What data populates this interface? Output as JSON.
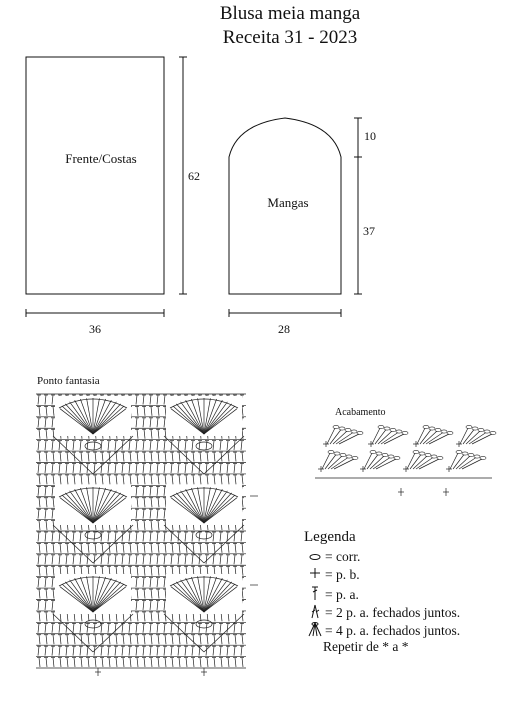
{
  "header": {
    "title": "Blusa meia manga",
    "subtitle": "Receita 31 - 2023"
  },
  "schematic": {
    "front_back": {
      "label": "Frente/Costas",
      "height": "62",
      "width": "36"
    },
    "sleeves": {
      "label": "Mangas",
      "cap_height": "10",
      "body_height": "37",
      "width": "28"
    }
  },
  "stitch_pattern": {
    "label": "Ponto fantasia"
  },
  "edging": {
    "label": "Acabamento"
  },
  "legend": {
    "title": "Legenda",
    "items": [
      {
        "symbol": "chain-icon",
        "text": "= corr."
      },
      {
        "symbol": "single-crochet-icon",
        "text": "= p. b."
      },
      {
        "symbol": "double-crochet-icon",
        "text": "= p. a."
      },
      {
        "symbol": "dc2tog-icon",
        "text": "= 2 p. a. fechados juntos."
      },
      {
        "symbol": "dc4tog-icon",
        "text": "= 4 p. a. fechados juntos."
      }
    ],
    "repeat_note": "Repetir de * a *"
  }
}
